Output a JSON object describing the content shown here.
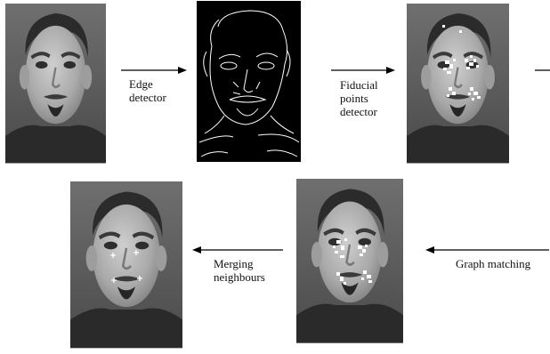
{
  "labels": {
    "edge_detector": [
      "Edge",
      "detector"
    ],
    "fiducial": [
      "Fiducial",
      "points",
      "detector"
    ],
    "graph_matching": [
      "Graph matching"
    ],
    "merging": [
      "Merging",
      "neighbours"
    ]
  },
  "colors": {
    "background": "#ffffff",
    "arrow": "#000000",
    "edge_bg": "#000000",
    "edge_lines": "#ffffff",
    "point_marks": "#ffffff"
  },
  "icons": [
    "face-photo",
    "edge-map",
    "arrow-right",
    "arrow-left",
    "fiducial-cross-marker"
  ]
}
